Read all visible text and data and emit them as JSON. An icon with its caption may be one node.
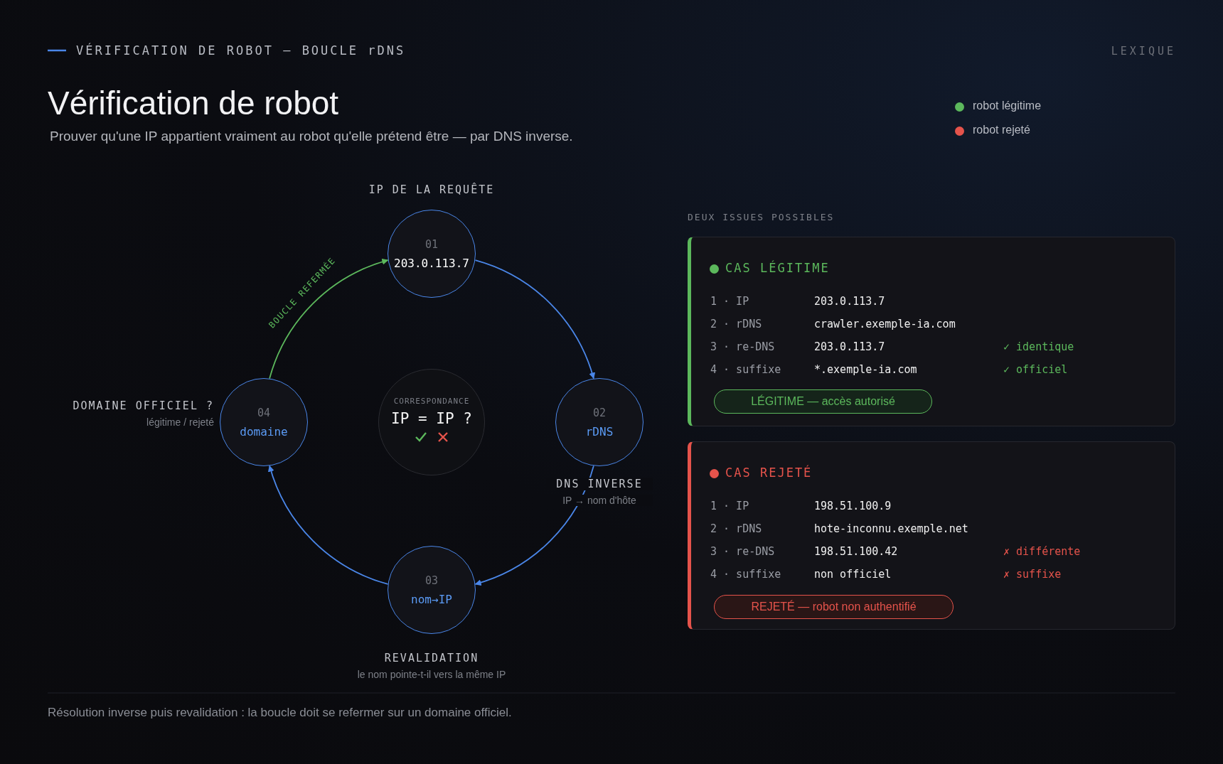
{
  "diagram": {
    "title": "Vérification de robot",
    "caption": "Résolution inverse puis revalidation : la boucle doit se refermer sur un domaine officiel.",
    "nodes": [
      {
        "text": [
          "01",
          "203.0.113.7"
        ],
        "beside": [
          "IP DE LA REQUÊTE"
        ]
      },
      {
        "text": [
          "02",
          "rDNS"
        ],
        "beside": [
          "DNS INVERSE",
          "IP → nom d'hôte"
        ]
      },
      {
        "text": [
          "03",
          "nom→IP"
        ],
        "beside": [
          "REVALIDATION",
          "le nom pointe-t-il vers la même IP"
        ]
      },
      {
        "text": [
          "04",
          "domaine"
        ],
        "beside": [
          "DOMAINE OFFICIEL ?",
          "légitime / rejeté"
        ]
      },
      {
        "text": [
          "CORRESPONDANCE",
          "IP = IP ?"
        ]
      },
      {
        "text": [
          "CAS LÉGITIME",
          "1 · IP",
          "203.0.113.7",
          "2 · rDNS",
          "crawler.exemple-ia.com",
          "3 · re-DNS",
          "203.0.113.7",
          "✓ identique",
          "4 · suffixe",
          "*.exemple-ia.com",
          "✓ officiel"
        ]
      },
      {
        "text": [
          "LÉGITIME — accès autorisé"
        ],
        "in": 5
      },
      {
        "text": [
          "CAS REJETÉ",
          "1 · IP",
          "198.51.100.9",
          "2 · rDNS",
          "hote-inconnu.exemple.net",
          "3 · re-DNS",
          "198.51.100.42",
          "✗ différente",
          "4 · suffixe",
          "non officiel",
          "✗ suffixe"
        ]
      },
      {
        "text": [
          "REJETÉ — robot non authentifié"
        ],
        "in": 7
      }
    ],
    "edges": [
      {
        "from": 0,
        "to": 1,
        "arrow": "to"
      },
      {
        "from": 1,
        "to": 2,
        "arrow": "to"
      },
      {
        "from": 2,
        "to": 3,
        "arrow": "to"
      },
      {
        "from": 3,
        "to": 0,
        "arrow": "to",
        "label": "BOUCLE REFERMÉE",
        "color": "#5cb85c"
      }
    ],
    "labels": [
      "VÉRIFICATION DE ROBOT — BOUCLE rDNS",
      "LEXIQUE",
      "Prouver qu'une IP appartient vraiment au robot qu'elle prétend être — par DNS inverse.",
      "DEUX ISSUES POSSIBLES"
    ],
    "legend": [
      {
        "text": "robot légitime",
        "color": "#5cb85c"
      },
      {
        "text": "robot rejeté",
        "color": "#e5534b"
      }
    ]
  }
}
